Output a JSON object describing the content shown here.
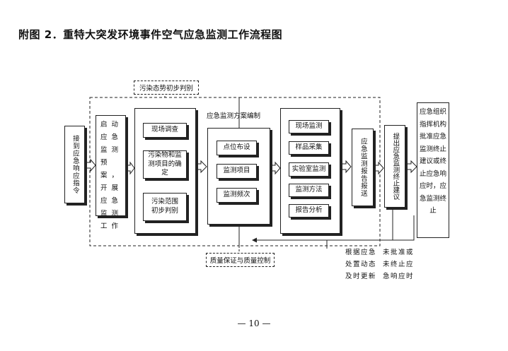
{
  "title": "附图 2．重特大突发环境事件空气应急监测工作流程图",
  "labels": {
    "pollution_assessment": "污染态势初步判别",
    "plan_preparation": "应急监测方案编制",
    "quality_control": "质量保证与质量控制"
  },
  "nodes": {
    "receive_command": "接到应急响应指令",
    "start_plan": "启动应急监测预案，开展应急监测工作",
    "site_investigation": "现场调查",
    "pollutant_items": "污染物和监测项目的确定",
    "pollution_scope": "污染范围初步判别",
    "point_layout": "点位布设",
    "monitoring_items": "监测项目",
    "monitoring_frequency": "监测频次",
    "field_monitoring": "现场监测",
    "sample_collection": "样品采集",
    "lab_monitoring": "实验室监测",
    "monitoring_method": "监测方法",
    "report_analysis": "报告分析",
    "report_submission": "应急监测报告报送",
    "termination_suggestion": "提出应急监测终止建议",
    "command_decision": "应急组织指挥机构批准应急监测终止建议或终止应急响应时，应急监测终止"
  },
  "notes": {
    "update_note": [
      "根据应急",
      "处置动态",
      "及时更新"
    ],
    "not_approved_note": [
      "未批准或",
      "未终止应",
      "急响应时"
    ]
  },
  "page_number": "— 10 —"
}
